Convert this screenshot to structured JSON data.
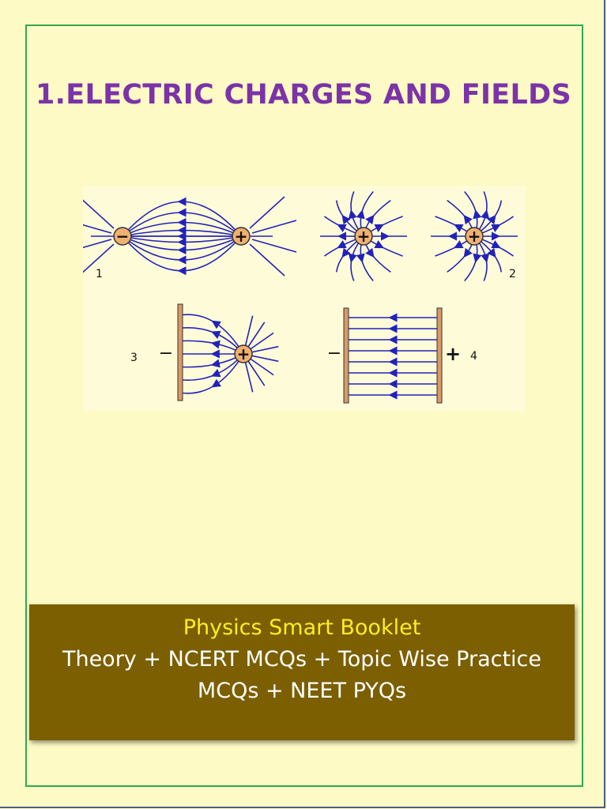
{
  "title": "1.ELECTRIC CHARGES AND FIELDS",
  "figure": {
    "panels": [
      {
        "number": "1",
        "charges": [
          "−",
          "+"
        ]
      },
      {
        "number": "2",
        "charges": [
          "+",
          "+"
        ]
      },
      {
        "number": "3",
        "plate_sign": "−",
        "charges": [
          "+"
        ]
      },
      {
        "number": "4",
        "plate_signs": [
          "−",
          "+"
        ]
      }
    ],
    "colors": {
      "field_line": "#2222bb",
      "charge_fill": "#f0b070",
      "plate": "#d99a66"
    }
  },
  "banner": {
    "title": "Physics Smart Booklet",
    "line1": "Theory + NCERT MCQs + Topic Wise Practice",
    "line2": "MCQs + NEET PYQs"
  },
  "colors": {
    "background": "#fefac5",
    "frame": "#33a853",
    "title": "#7b33a8",
    "banner_bg": "#7b5f00",
    "banner_title": "#ffee22"
  }
}
